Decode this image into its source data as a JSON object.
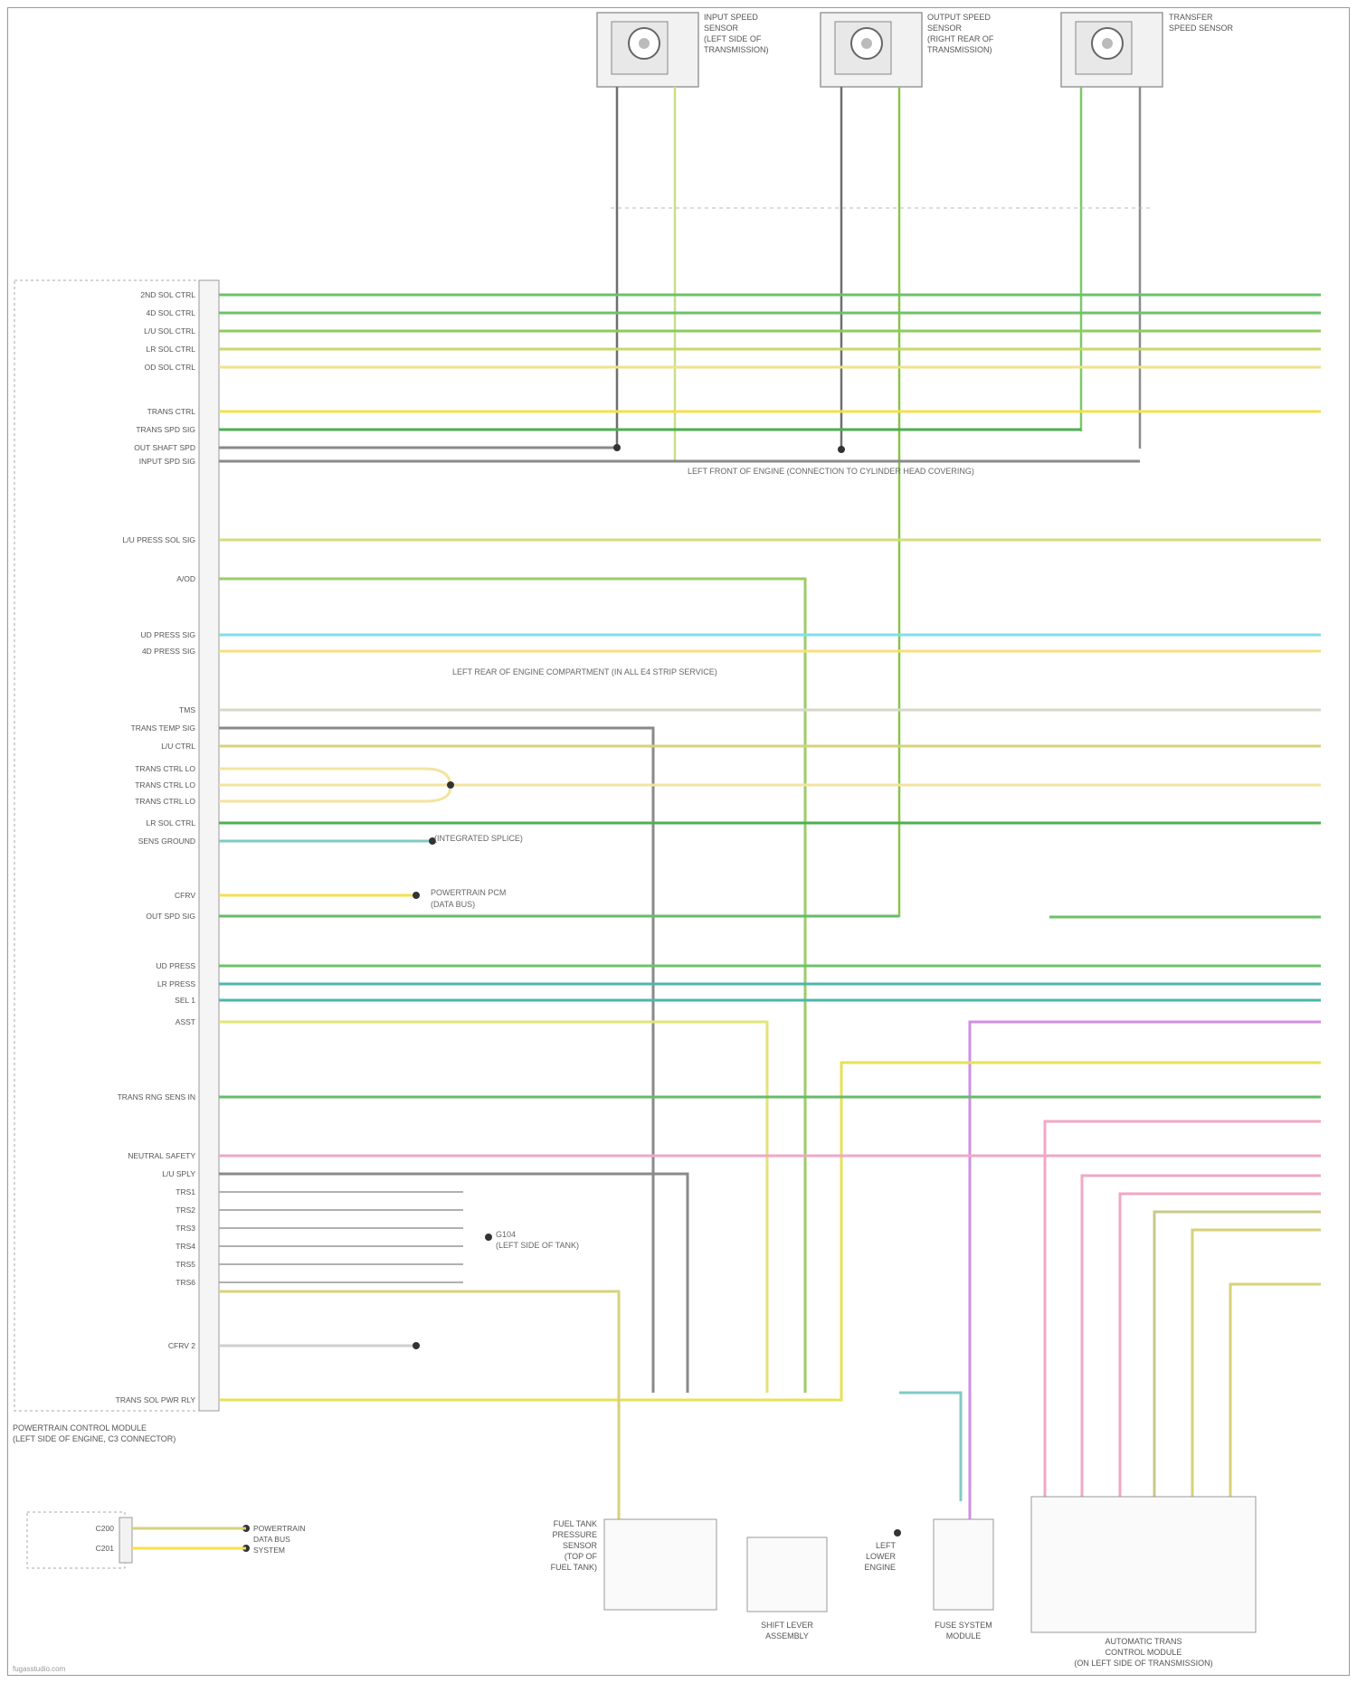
{
  "diagram": {
    "footer": "fugasstudio.com",
    "top_sensors": [
      {
        "lines": [
          "INPUT SPEED",
          "SENSOR",
          "(LEFT SIDE OF",
          "TRANSMISSION)"
        ]
      },
      {
        "lines": [
          "OUTPUT SPEED",
          "SENSOR",
          "(RIGHT REAR OF",
          "TRANSMISSION)"
        ]
      },
      {
        "lines": [
          "TRANSFER",
          "SPEED SENSOR"
        ]
      }
    ],
    "pcm_label": [
      "POWERTRAIN CONTROL MODULE",
      "(LEFT SIDE OF ENGINE, C3 CONNECTOR)"
    ],
    "pcm_pin_labels": [
      "2ND SOL CTRL",
      "4D SOL CTRL",
      "L/U SOL CTRL",
      "LR SOL CTRL",
      "OD SOL CTRL",
      "TRANS CTRL",
      "TRANS SPD SIG",
      "OUT SHAFT SPD",
      "INPUT SPD SIG",
      "L/U PRESS SOL SIG",
      "A/OD",
      "UD PRESS SIG",
      "4D PRESS SIG",
      "TMS",
      "TRANS TEMP SIG",
      "L/U CTRL",
      "TRANS CTRL LO",
      "TRANS CTRL LO",
      "TRANS CTRL LO",
      "LR SOL CTRL",
      "SENS GROUND",
      "CFRV",
      "OUT SPD SIG",
      "UD PRESS",
      "LR PRESS",
      "SEL 1",
      "ASST",
      "TRANS RNG SENS IN",
      "NEUTRAL SAFETY",
      "L/U SPLY",
      "TRS1",
      "TRS2",
      "TRS3",
      "TRS4",
      "TRS5",
      "TRS6",
      "CFRV 2",
      "TRANS SOL PWR RLY"
    ],
    "callouts": [
      "LEFT FRONT OF ENGINE (CONNECTION TO CYLINDER HEAD COVERING)",
      "LEFT REAR OF ENGINE COMPARTMENT (IN ALL E4 STRIP SERVICE)",
      "(INTEGRATED SPLICE)",
      "POWERTRAIN PCM",
      "(DATA BUS)",
      "(LEFT SIDE OF TANK)",
      "G104"
    ],
    "bottom_components": [
      {
        "lines": [
          "FUEL TANK",
          "PRESSURE",
          "SENSOR",
          "(TOP OF",
          "FUEL TANK)"
        ]
      },
      {
        "lines": [
          "SHIFT LEVER",
          "ASSEMBLY"
        ]
      },
      {
        "lines": [
          "LEFT",
          "LOWER",
          "ENGINE"
        ]
      },
      {
        "lines": [
          "FUSE SYSTEM",
          "MODULE"
        ]
      },
      {
        "lines": [
          "AUTOMATIC TRANS",
          "CONTROL MODULE",
          "(ON LEFT SIDE OF TRANSMISSION)"
        ]
      }
    ],
    "small_connector": [
      "C200",
      "C201",
      "POWERTRAIN",
      "DATA BUS",
      "SYSTEM"
    ],
    "wire_colors": {
      "green": "#4caf50",
      "light_green": "#9ccc65",
      "yellow": "#f4e04d",
      "pale_yellow": "#f3e8a3",
      "cyan": "#80deea",
      "violet": "#cf8fe6",
      "pink": "#f2a7c4",
      "gray": "#8a8a8a",
      "dark_gray": "#6f6f6f",
      "olive": "#cfc97a"
    }
  }
}
